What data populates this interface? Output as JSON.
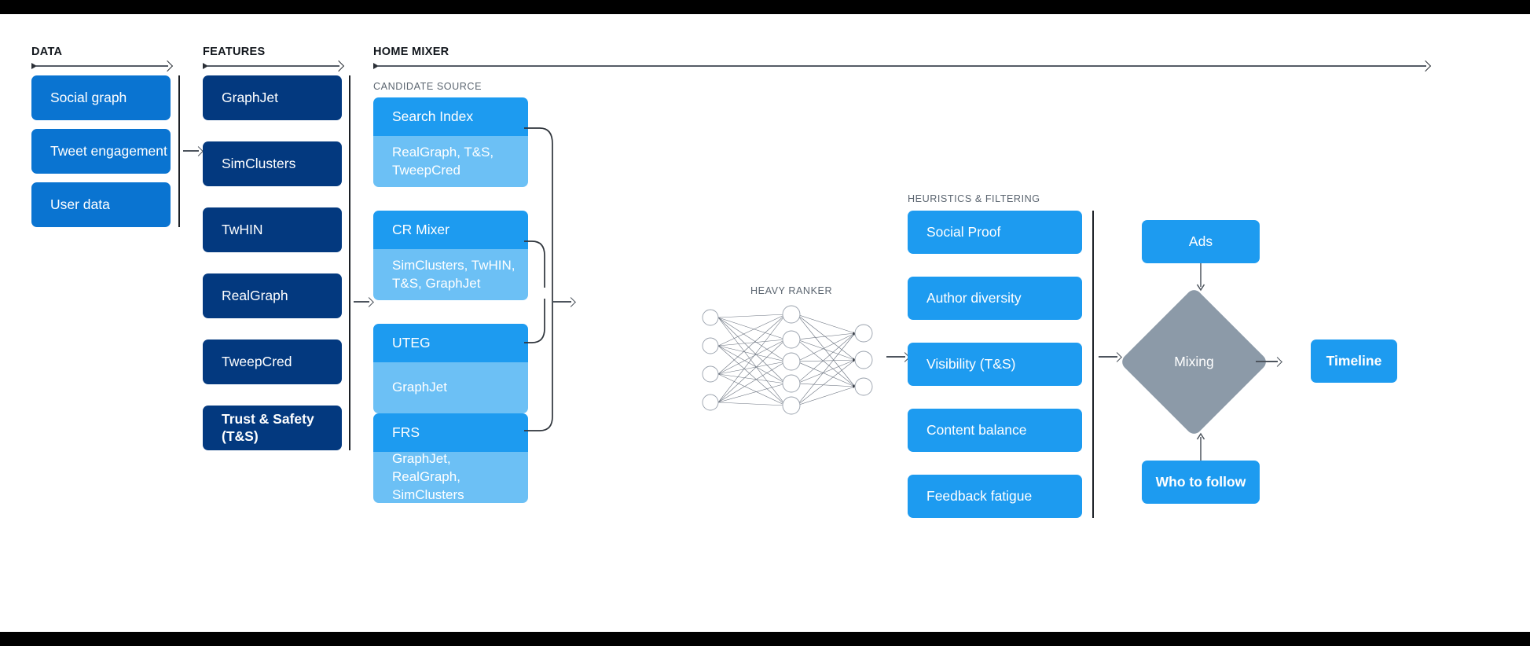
{
  "sections": {
    "data": {
      "label": "DATA"
    },
    "features": {
      "label": "FEATURES"
    },
    "home_mixer": {
      "label": "HOME MIXER"
    },
    "candidate_source": {
      "label": "CANDIDATE SOURCE"
    },
    "heavy_ranker": {
      "label": "HEAVY RANKER"
    },
    "heuristics": {
      "label": "HEURISTICS & FILTERING"
    }
  },
  "data_cards": [
    {
      "label": "Social graph"
    },
    {
      "label": "Tweet engagement"
    },
    {
      "label": "User data"
    }
  ],
  "feature_cards": [
    {
      "label": "GraphJet",
      "bold": false
    },
    {
      "label": "SimClusters",
      "bold": false
    },
    {
      "label": "TwHIN",
      "bold": false
    },
    {
      "label": "RealGraph",
      "bold": false
    },
    {
      "label": "TweepCred",
      "bold": false
    },
    {
      "label": "Trust & Safety (T&S)",
      "bold": true
    }
  ],
  "candidate_sources": [
    {
      "title": "Search Index",
      "features": "RealGraph, T&S,\nTweepCred"
    },
    {
      "title": "CR Mixer",
      "features": "SimClusters, TwHIN,\nT&S, GraphJet"
    },
    {
      "title": "UTEG",
      "features": "GraphJet"
    },
    {
      "title": "FRS",
      "features": "GraphJet, RealGraph,\nSimClusters"
    }
  ],
  "heuristic_cards": [
    {
      "label": "Social Proof"
    },
    {
      "label": "Author diversity"
    },
    {
      "label": "Visibility (T&S)"
    },
    {
      "label": "Content balance"
    },
    {
      "label": "Feedback fatigue"
    }
  ],
  "mixing": {
    "ads_label": "Ads",
    "node_label": "Mixing",
    "who_to_follow_label": "Who to follow",
    "timeline_label": "Timeline"
  },
  "neural_net": {
    "layers": [
      4,
      5,
      3
    ]
  },
  "colors": {
    "data_blue": "#0a74d1",
    "feature_navy": "#03397f",
    "accent_blue": "#1d9bf0",
    "light_blue": "#6cc0f5",
    "diamond_gray": "#8c9aa8",
    "rule_dark": "#1c2026",
    "text_muted": "#5b6570"
  }
}
